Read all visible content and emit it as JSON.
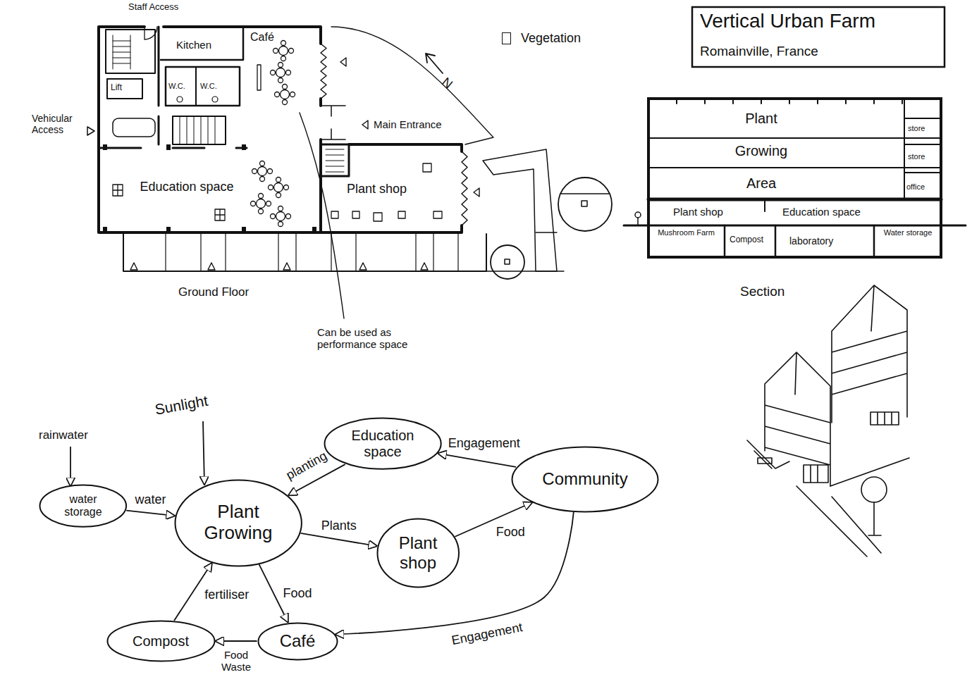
{
  "diagram": {
    "title": "Vertical Urban Farm",
    "nodes": [
      {
        "text": [
          "water storage"
        ]
      },
      {
        "text": [
          "Plant Growing"
        ]
      },
      {
        "text": [
          "Education space"
        ]
      },
      {
        "text": [
          "Community"
        ]
      },
      {
        "text": [
          "Plant shop"
        ]
      },
      {
        "text": [
          "Compost"
        ]
      },
      {
        "text": [
          "Café"
        ]
      }
    ],
    "edges": [
      {
        "from": 0,
        "to": 1,
        "label": "water",
        "arrow": "to"
      },
      {
        "from": 2,
        "to": 1,
        "label": "planting",
        "arrow": "to"
      },
      {
        "from": 3,
        "to": 2,
        "label": "Engagement",
        "arrow": "to"
      },
      {
        "from": 1,
        "to": 4,
        "label": "Plants",
        "arrow": "to"
      },
      {
        "from": 4,
        "to": 3,
        "label": "Food",
        "arrow": "to"
      },
      {
        "from": 1,
        "to": 6,
        "label": "Food",
        "arrow": "to"
      },
      {
        "from": 3,
        "to": 6,
        "label": "Engagement",
        "arrow": "to"
      },
      {
        "from": 6,
        "to": 5,
        "label": "Food Waste",
        "arrow": "to"
      },
      {
        "from": 5,
        "to": 1,
        "label": "fertiliser",
        "arrow": "to"
      }
    ],
    "labels": [
      "Romainville, France",
      "N",
      "Staff Access",
      "Kitchen",
      "Café",
      "Lift",
      "W.C.",
      "W.C.",
      "Vehicular Access",
      "Main Entrance",
      "Education space",
      "Plant shop",
      "Ground Floor",
      "Can be used as performance space",
      "Plant Growing Area",
      "store",
      "store",
      "office",
      "Plant shop",
      "Education space",
      "Mushroom Farm",
      "Compost",
      "laboratory",
      "Water storage",
      "Section",
      "rainwater",
      "Sunlight"
    ],
    "legend": [
      {
        "text": "Vegetation"
      }
    ]
  }
}
